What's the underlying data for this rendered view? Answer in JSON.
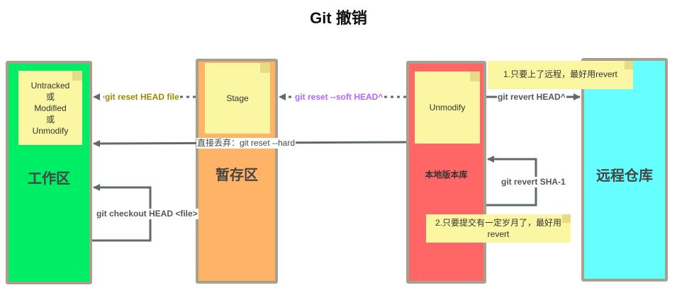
{
  "title": "Git 撤销",
  "columns": {
    "workspace": {
      "label": "工作区",
      "note": [
        "Untracked",
        "或",
        "Modified",
        "或",
        "Unmodify"
      ],
      "color": "#00ee66"
    },
    "stage": {
      "label": "暂存区",
      "note": "Stage",
      "color": "#ffb366"
    },
    "local": {
      "label": "本地版本库",
      "note": "Unmodify",
      "color": "#ff6666"
    },
    "remote": {
      "label": "远程仓库",
      "color": "#66ffff"
    }
  },
  "edges": {
    "reset_head_file": "git reset HEAD file",
    "reset_soft": "git reset --soft HEAD^",
    "reset_hard": "直接丢弃：git reset --hard",
    "checkout_head_file": "git checkout HEAD <file>",
    "revert_head": "git revert HEAD^",
    "revert_sha": "git revert SHA-1"
  },
  "notes": {
    "pushed": "1.只要上了远程，最好用revert",
    "old_commit": "2.只要提交有一定岁月了，最好用revert"
  },
  "colors": {
    "arrow": "#5f6b6b",
    "reset_head_file": "#9a8a00",
    "reset_soft": "#b366ff",
    "edge_text": "#555555"
  }
}
